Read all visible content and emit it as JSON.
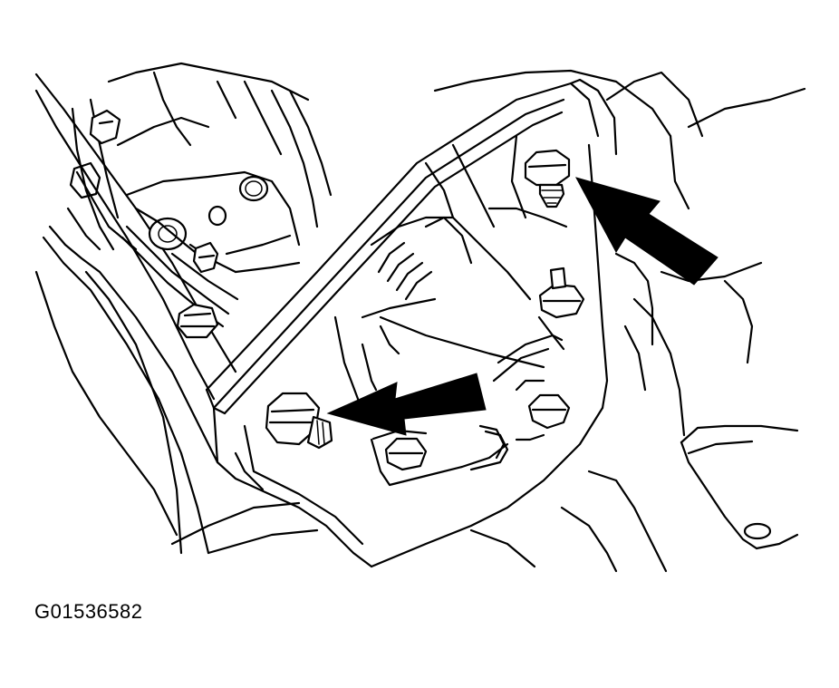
{
  "figure": {
    "code": "G01536582"
  },
  "callouts": [
    {
      "name": "upper-right-arrow",
      "target": "upper-right-bolt-stud"
    },
    {
      "name": "center-arrow",
      "target": "left-mount-bolt-stud"
    }
  ],
  "colors": {
    "line": "#000000",
    "background": "#ffffff"
  }
}
